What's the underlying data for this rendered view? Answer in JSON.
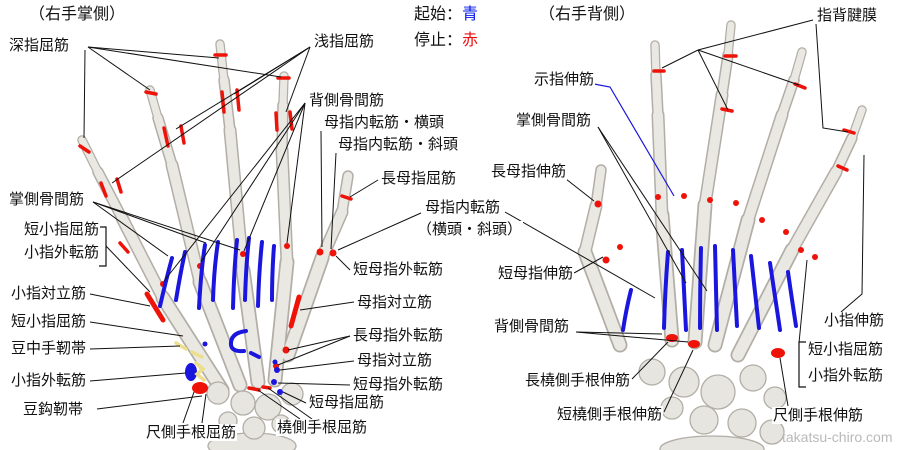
{
  "palm": {
    "title": "（右手掌側）",
    "labels": [
      "深指屈筋",
      "浅指屈筋",
      "背側骨間筋",
      "母指内転筋・横頭",
      "母指内転筋・斜頭",
      "長母指屈筋",
      "掌側骨間筋",
      "短小指屈筋",
      "小指外転筋",
      "小指対立筋",
      "短小指屈筋",
      "豆中手靭帯",
      "小指外転筋",
      "豆鈎靭帯",
      "尺側手根屈筋",
      "短母指外転筋",
      "母指対立筋",
      "長母指外転筋",
      "母指対立筋",
      "短母指外転筋",
      "短母指屈筋",
      "橈側手根屈筋"
    ]
  },
  "center": {
    "adductor_line1": "母指内転筋",
    "adductor_line2": "（横頭・斜頭）"
  },
  "legend": {
    "origin_label": "起始：",
    "origin_value": "青",
    "insertion_label": "停止：",
    "insertion_value": "赤"
  },
  "dorsal": {
    "title": "（右手背側）",
    "labels": [
      "指背腱膜",
      "示指伸筋",
      "掌側骨間筋",
      "長母指伸筋",
      "短母指伸筋",
      "背側骨間筋",
      "長橈側手根伸筋",
      "短橈側手根伸筋",
      "小指伸筋",
      "短小指屈筋",
      "小指外転筋",
      "尺側手根伸筋"
    ]
  },
  "watermark": "takatsu-chiro.com",
  "colors": {
    "origin_blue": "#0016ee",
    "insertion_red": "#f20d0d",
    "mark_blue": "#1a16dd",
    "mark_red": "#ee1208",
    "ligament_yellow": "#eddf8e"
  }
}
